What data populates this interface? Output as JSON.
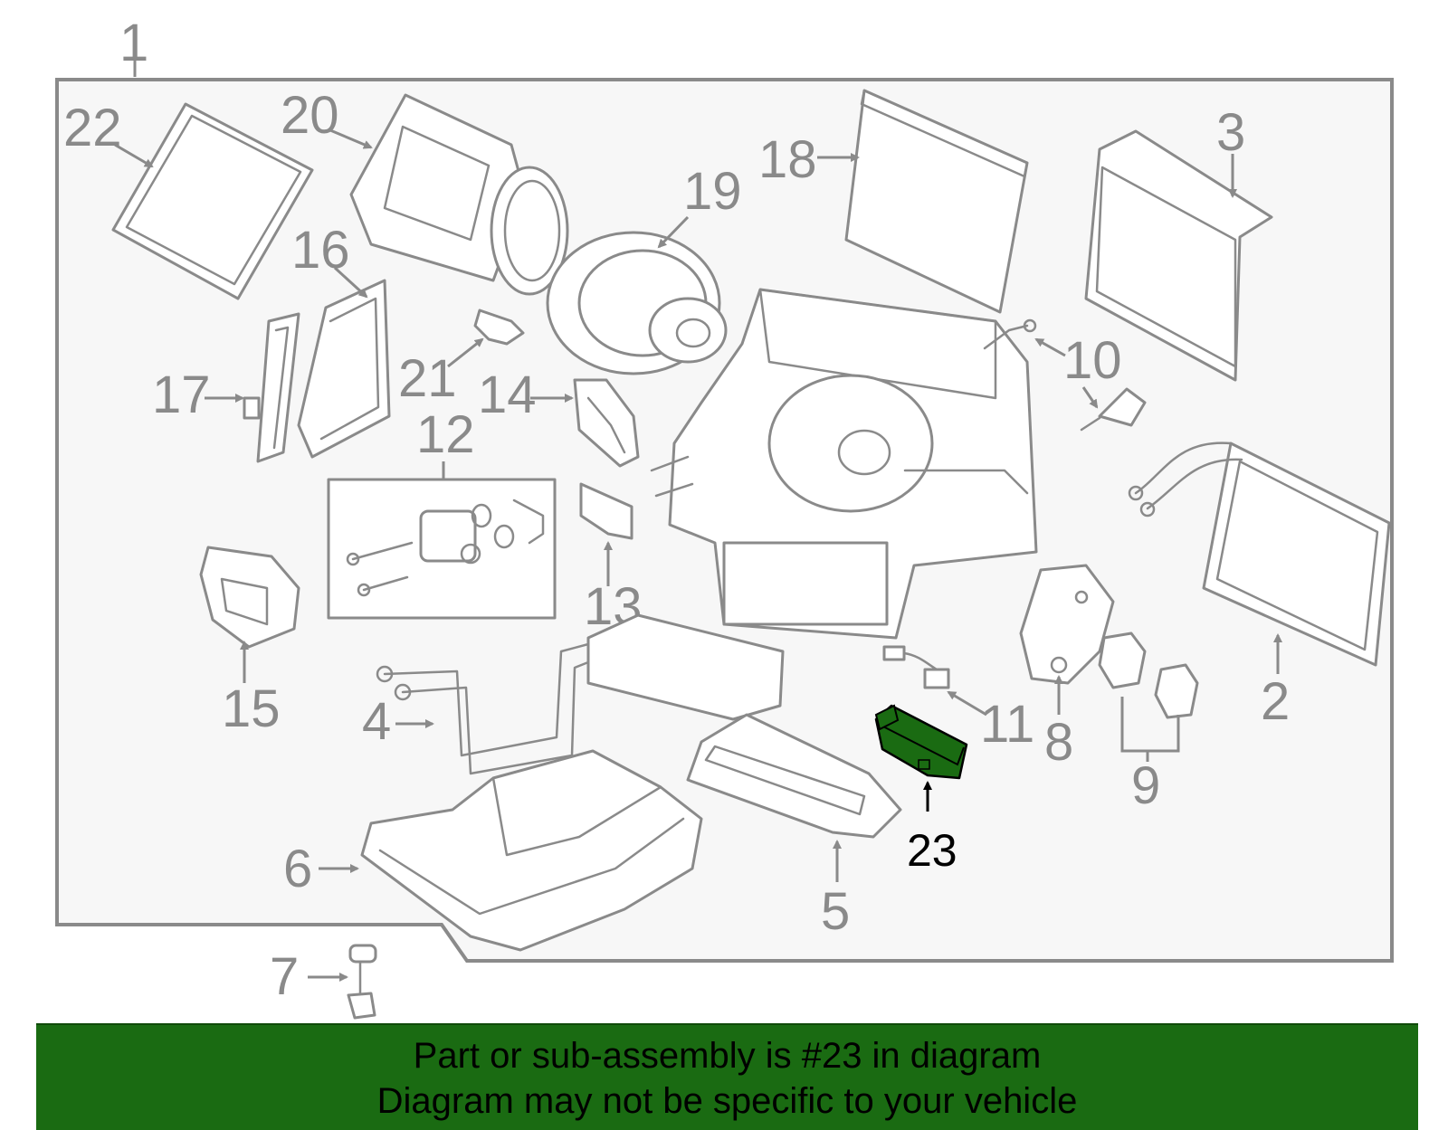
{
  "diagram": {
    "callouts": {
      "c1": "1",
      "c2": "2",
      "c3": "3",
      "c4": "4",
      "c5": "5",
      "c6": "6",
      "c7": "7",
      "c8": "8",
      "c9": "9",
      "c10": "10",
      "c11": "11",
      "c12": "12",
      "c13": "13",
      "c14": "14",
      "c15": "15",
      "c16": "16",
      "c17": "17",
      "c18": "18",
      "c19": "19",
      "c20": "20",
      "c21": "21",
      "c22": "22",
      "c23": "23"
    },
    "highlight_color": "#1a6b12",
    "line_color": "#8a8a8a",
    "panel_fill": "#f7f7f7"
  },
  "banner": {
    "line1": "Part or sub-assembly is #23 in diagram",
    "line2": "Diagram may not be specific to your vehicle",
    "background": "#1a6b12"
  }
}
